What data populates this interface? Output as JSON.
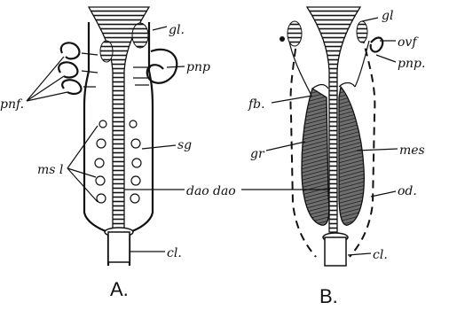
{
  "figure_a": {
    "caption": "A.",
    "labels": {
      "gl": "gl.",
      "pnp": "pnp",
      "pnf": "pnf.",
      "sg": "sg",
      "msl": "ms l",
      "dao": "dao",
      "cl": "cl."
    }
  },
  "figure_b": {
    "caption": "B.",
    "labels": {
      "gl": "gl",
      "ovf": "ovf",
      "pnp": "pnp.",
      "fb": "fb.",
      "gr": "gr",
      "mes": "mes",
      "dao": "dao",
      "od": "od.",
      "cl": "cl."
    }
  }
}
